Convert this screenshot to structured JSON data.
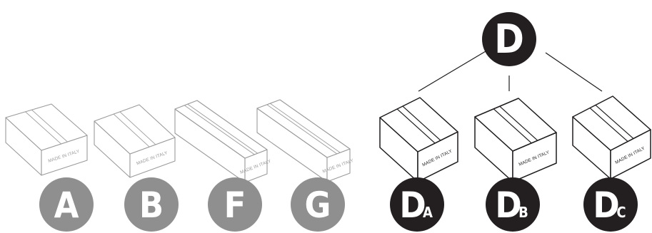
{
  "colors": {
    "gray_circle": "#8f8f8f",
    "dark_circle": "#231f20",
    "gray_stroke": "#9a9a9a",
    "dark_stroke": "#1f1c1d",
    "gray_text": "#9a9a9a",
    "dark_text": "#1f1c1d"
  },
  "root": {
    "label": "D"
  },
  "gray_boxes": [
    {
      "text": "MADE IN ITALY",
      "label": "A",
      "sub": ""
    },
    {
      "text": "MADE IN ITALY",
      "label": "B",
      "sub": ""
    },
    {
      "text": "MADE IN ITALY",
      "label": "F",
      "sub": ""
    },
    {
      "text": "MADE IN ITALY",
      "label": "G",
      "sub": ""
    }
  ],
  "children": [
    {
      "text": "MADE IN ITALY",
      "label": "D",
      "sub": "A"
    },
    {
      "text": "MADE IN ITALY",
      "label": "D",
      "sub": "B"
    },
    {
      "text": "MADE IN ITALY",
      "label": "D",
      "sub": "C"
    }
  ]
}
